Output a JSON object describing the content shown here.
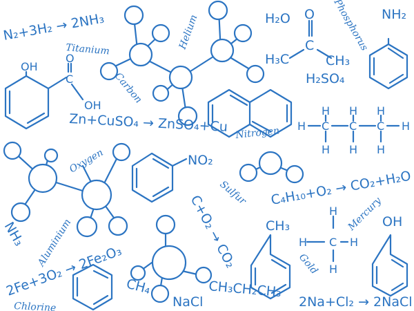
{
  "color": "#2b74c2",
  "words": {
    "titanium": "Titanium",
    "helium": "Helium",
    "phosphorus": "Phosphorus",
    "carbon": "Carbon",
    "nitrogen": "Nitrogen",
    "oxygen": "Oxygen",
    "sulfur": "Sulfur",
    "mercury": "Mercury",
    "aluminium": "Aluminium",
    "gold": "Gold",
    "chlorine": "Chlorine"
  },
  "formulas": {
    "ammonia_synthesis": "N₂+3H₂ → 2NH₃",
    "water": "H₂O",
    "sulfuric_acid": "H₂SO₄",
    "aniline_group": "NH₂",
    "zinc_reaction": "Zn+CuSO₄ → ZnSO₄+Cu",
    "nitro_group": "NO₂",
    "butane_combustion": "C₄H₁₀+O₂ → CO₂+H₂O",
    "carbon_combustion": "C+O₂ → CO₂",
    "toluene_group": "CH₃",
    "phenol_group": "OH",
    "ammonia": "NH₃",
    "iron_oxidation": "2Fe+3O₂ → 2Fe₂O₃",
    "methane": "CH₄",
    "salt": "NaCl",
    "propane_condensed": "CH₃CH₂CH₃",
    "sodium_chloride_reaction": "2Na+Cl₂ → 2NaCl"
  },
  "acetone": {
    "o": "O",
    "c": "C",
    "left": "H₃C",
    "right": "CH₃"
  },
  "salicylic": {
    "oh1": "OH",
    "o": "O",
    "c": "C",
    "oh2": "OH"
  },
  "propane": {
    "h": "H",
    "c": "C"
  },
  "methane_struct": {
    "h": "H",
    "c": "C"
  }
}
